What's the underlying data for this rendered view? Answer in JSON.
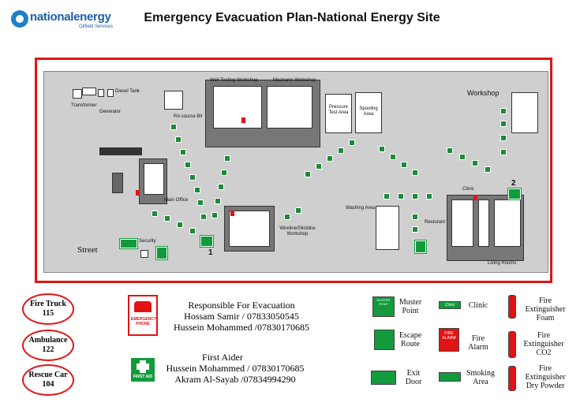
{
  "header": {
    "logo_name": "nationalenergy",
    "logo_sub": "Oilfield Services",
    "title": "Emergency Evacuation Plan-National Energy Site"
  },
  "map_labels": {
    "diesel_tank": "Diesel Tank",
    "transformer": "Transformer",
    "generator": "Generator",
    "ra_source": "RA source Bit",
    "well_testing": "Well Testing Workshop",
    "mechanic": "Mechanic Workshop",
    "pressure_test": "Pressure Test Area",
    "spooling": "Spooling Area",
    "workshop": "Workshop",
    "main_office": "Main Office",
    "wireline": "Wireline/Slickline Workshop",
    "washing": "Washing Area",
    "clinic": "Clinic",
    "resturant": "Resturant",
    "living_rooms": "Living Rooms",
    "security": "Security",
    "street": "Street",
    "point_1": "1",
    "point_2": "2"
  },
  "contacts": [
    {
      "name": "Fire Truck",
      "number": "115"
    },
    {
      "name": "Ambulance",
      "number": "122"
    },
    {
      "name": "Rescue Car",
      "number": "104"
    }
  ],
  "responsible": {
    "heading": "Responsible For Evacuation",
    "line1": "Hossam Samir / 07833050545",
    "line2": "Hussein Mohammed /07830170685",
    "sign_text": "EMERGENCY PHONE"
  },
  "first_aider": {
    "heading": "First Aider",
    "line1": "Hussein Mohammed / 07830170685",
    "line2": "Akram Al-Sayab /07834994290",
    "sign_text": "FIRST AID"
  },
  "legend": {
    "muster_point": "Muster Point",
    "escape_route": "Escape Route",
    "exit_door": "Exit Door",
    "clinic": "Clinic",
    "fire_alarm": "Fire Alarm",
    "smoking_area": "Smoking Area",
    "ext_foam": "Fire Extinguisher Foam",
    "ext_co2": "Fire Extinguisher CO2",
    "ext_powder": "Fire Extinguisher Dry Powder",
    "muster_sign": "MUSTER POINT",
    "clinic_sign": "Clinic",
    "fire_alarm_sign": "FIRE ALARM"
  },
  "colors": {
    "accent_red": "#e01414",
    "safety_green": "#129a3c",
    "brand_blue": "#1b5fa8"
  }
}
